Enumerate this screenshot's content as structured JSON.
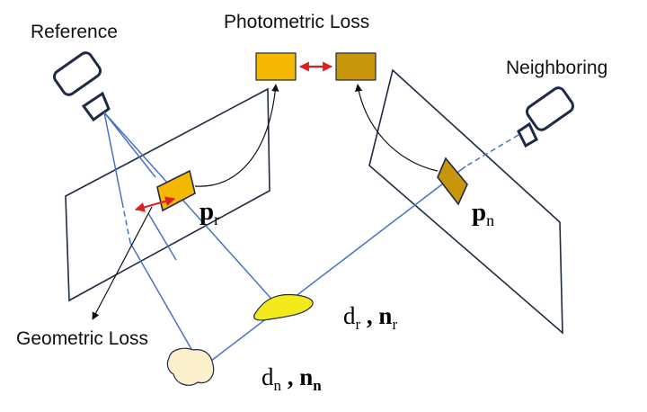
{
  "labels": {
    "reference": "Reference",
    "photometric_loss": "Photometric Loss",
    "neighboring": "Neighboring",
    "geometric_loss": "Geometric Loss",
    "p_r_main": "p",
    "p_r_sub": "r",
    "p_n_main": "p",
    "p_n_sub": "n",
    "d_r_main": "d",
    "d_r_sub": "r",
    "d_r_sep": " , ",
    "n_r_main": "n",
    "n_r_sub": "r",
    "d_n_main": "d",
    "d_n_sub": "n",
    "d_n_sep": " , ",
    "n_n_main": "n",
    "n_n_sub": "n"
  },
  "colors": {
    "ray": "#4a72c4",
    "outline": "#1f2a44",
    "ref_patch": "#f5b800",
    "nbr_patch": "#c8960c",
    "loss_arrow": "#e02020",
    "surface_r": "#f2ea1a",
    "surface_n": "#fbefcc"
  }
}
